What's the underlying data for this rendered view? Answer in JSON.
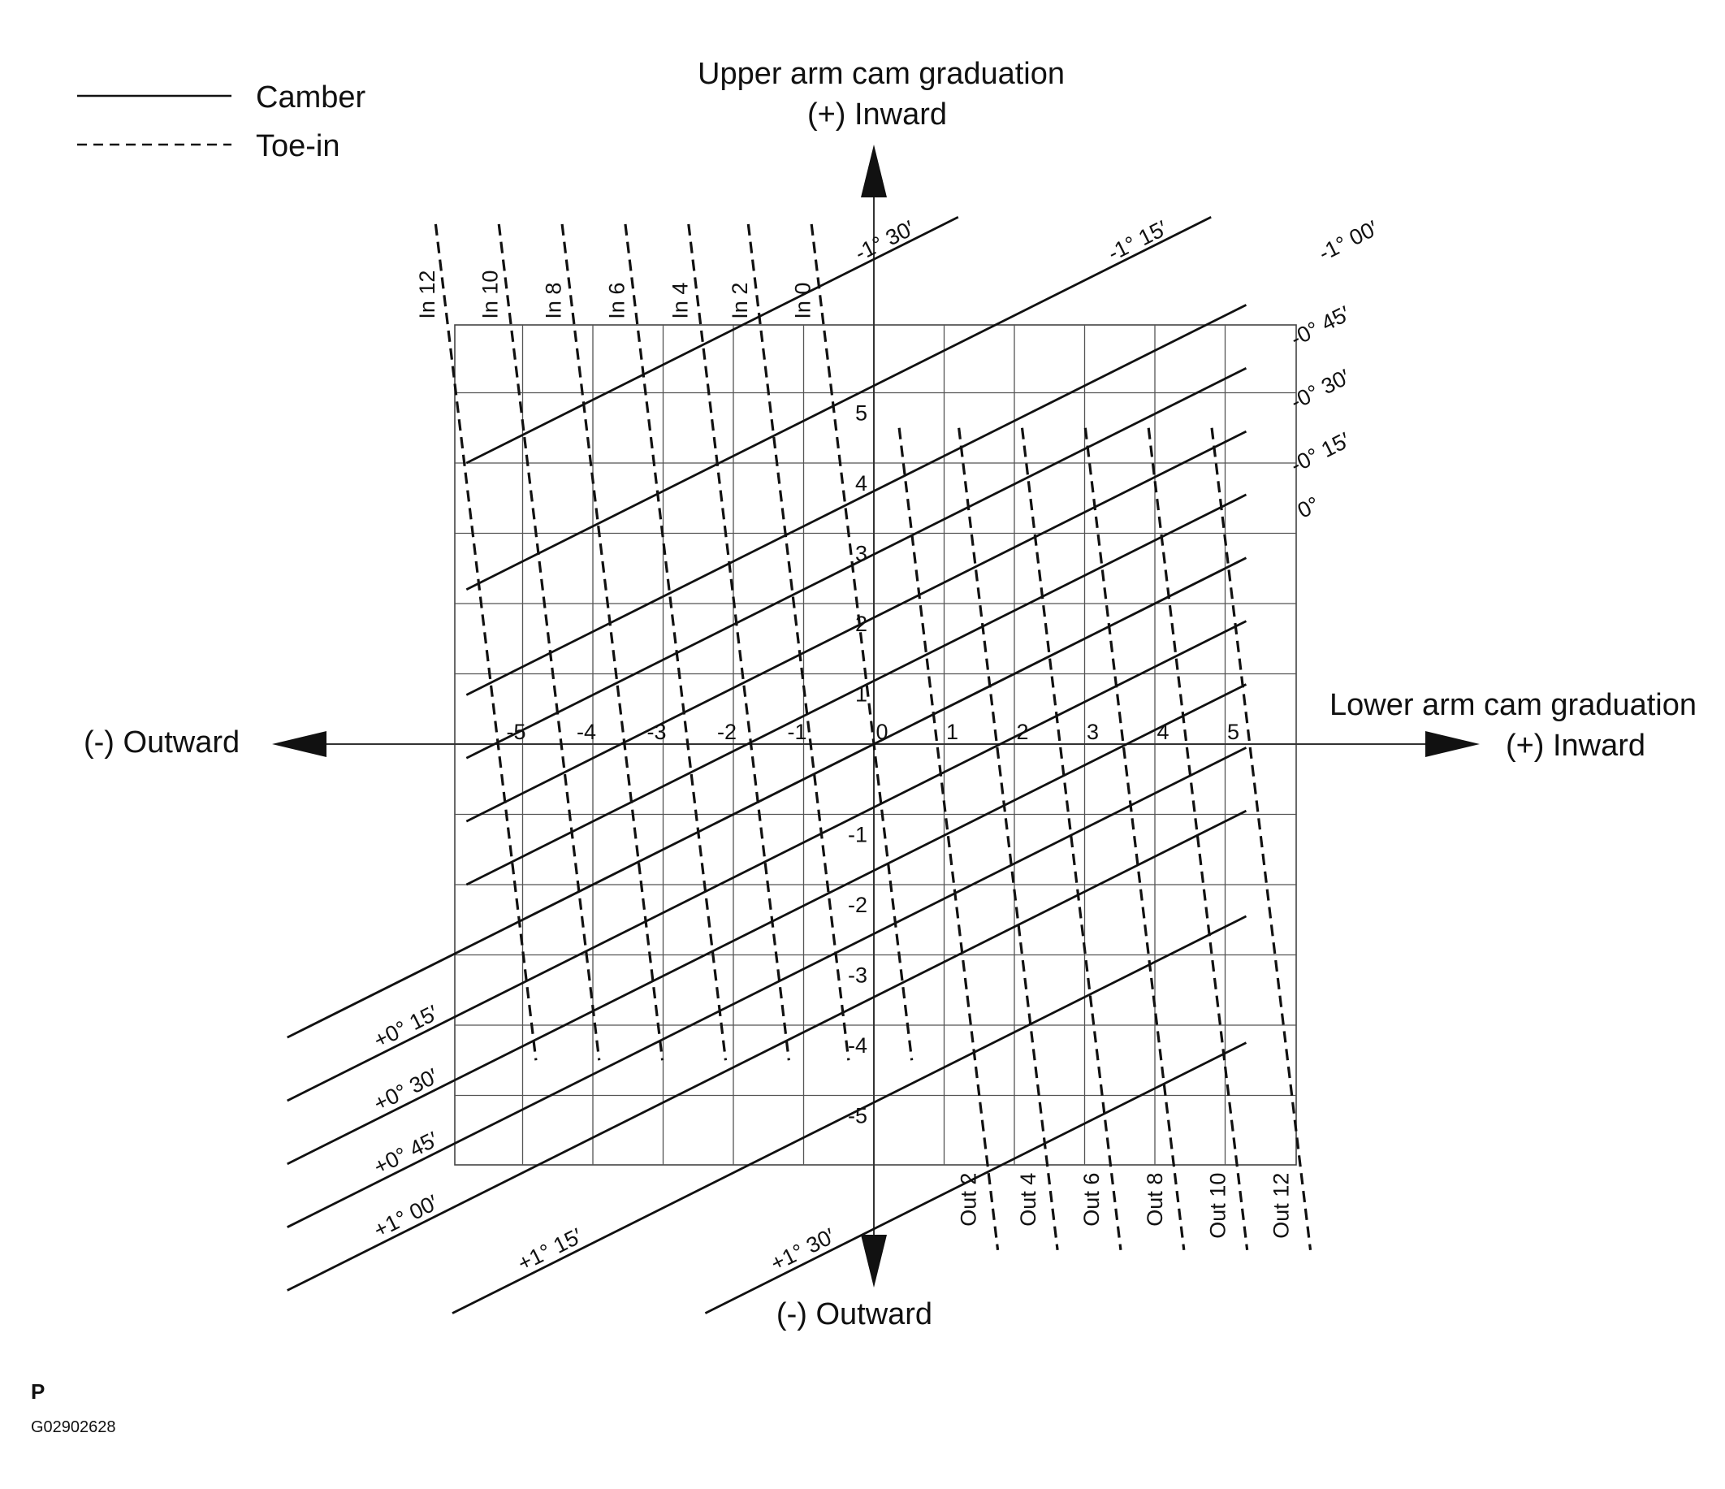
{
  "legend": {
    "camber": "Camber",
    "toe_in": "Toe-in"
  },
  "axes": {
    "x_title_line1": "Lower arm cam graduation",
    "x_title_line2": "(+) Inward",
    "x_negative": "(-)  Outward",
    "y_title_line1": "Upper arm cam graduation",
    "y_title_line2": "(+) Inward",
    "y_negative": "(-)  Outward"
  },
  "chart_data": {
    "type": "line",
    "x_ticks": [
      "-5",
      "-4",
      "-3",
      "-2",
      "-1",
      "0",
      "1",
      "2",
      "3",
      "4",
      "5"
    ],
    "y_ticks": [
      "5",
      "4",
      "3",
      "2",
      "1",
      "-1",
      "-2",
      "-3",
      "-4",
      "-5"
    ],
    "xlim": [
      -6,
      6
    ],
    "ylim": [
      -6,
      6
    ],
    "grid": true,
    "camber_lines": [
      {
        "name": "-1° 30′",
        "intercept": 6.9
      },
      {
        "name": "-1° 15′",
        "intercept": 5.1
      },
      {
        "name": "-1° 00′",
        "intercept": 3.6
      },
      {
        "name": "-0° 45′",
        "intercept": 2.7
      },
      {
        "name": "-0° 30′",
        "intercept": 1.8
      },
      {
        "name": "-0° 15′",
        "intercept": 0.9
      },
      {
        "name": "0°",
        "intercept": 0.0
      },
      {
        "name": "+0° 15′",
        "intercept": -0.9
      },
      {
        "name": "+0° 30′",
        "intercept": -1.8
      },
      {
        "name": "+0° 45′",
        "intercept": -2.7
      },
      {
        "name": "+1° 00′",
        "intercept": -3.6
      },
      {
        "name": "+1° 15′",
        "intercept": -5.1
      },
      {
        "name": "+1° 30′",
        "intercept": -6.9
      }
    ],
    "camber_slope": 0.5,
    "toe_lines": [
      {
        "name": "In 12",
        "x_at_zero": -5.35
      },
      {
        "name": "In 10",
        "x_at_zero": -4.45
      },
      {
        "name": "In 8",
        "x_at_zero": -3.55
      },
      {
        "name": "In 6",
        "x_at_zero": -2.65
      },
      {
        "name": "In 4",
        "x_at_zero": -1.75
      },
      {
        "name": "In 2",
        "x_at_zero": -0.9
      },
      {
        "name": "In 0",
        "x_at_zero": 0.0
      },
      {
        "name": "Out 2",
        "x_at_zero": 0.9
      },
      {
        "name": "Out 4",
        "x_at_zero": 1.75
      },
      {
        "name": "Out 6",
        "x_at_zero": 2.65
      },
      {
        "name": "Out 8",
        "x_at_zero": 3.55
      },
      {
        "name": "Out 10",
        "x_at_zero": 4.45
      },
      {
        "name": "Out 12",
        "x_at_zero": 5.35
      }
    ],
    "toe_slope_dx_per_dy": -0.12
  },
  "footer": {
    "letter": "P",
    "code": "G02902628"
  }
}
